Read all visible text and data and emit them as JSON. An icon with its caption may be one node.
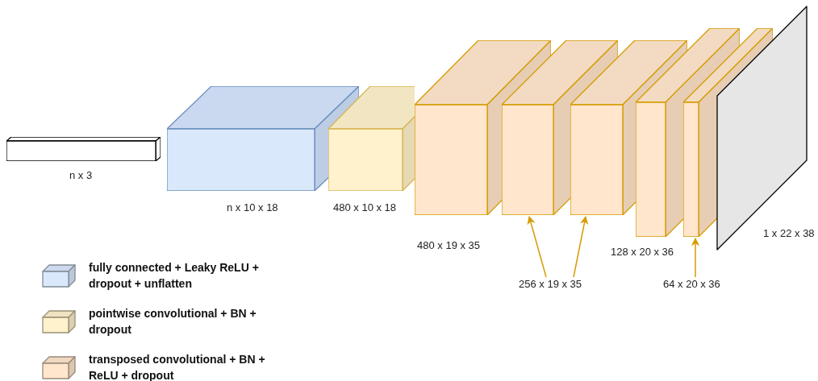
{
  "diagram": {
    "nodes": [
      {
        "text": [],
        "shape": "box",
        "beside": [
          "n x 3"
        ]
      },
      {
        "text": [],
        "shape": "box",
        "beside": [
          "n x 10 x 18"
        ]
      },
      {
        "text": [],
        "shape": "box",
        "beside": [
          "480 x 10 x 18"
        ]
      },
      {
        "text": [],
        "shape": "box",
        "beside": [
          "480 x 19 x 35"
        ]
      },
      {
        "text": [],
        "shape": "box"
      },
      {
        "text": [],
        "shape": "box"
      },
      {
        "text": [],
        "shape": "box",
        "beside": [
          "128 x 20 x 36"
        ]
      },
      {
        "text": [],
        "shape": "box"
      },
      {
        "text": [],
        "shape": "box",
        "beside": [
          "1 x 22 x 38"
        ]
      },
      {
        "text": [
          "256 x 19 x 35"
        ]
      },
      {
        "text": [
          "64 x 20 x 36"
        ]
      }
    ],
    "edges": [
      {
        "from": 9,
        "to": 4,
        "arrow": "to"
      },
      {
        "from": 9,
        "to": 5,
        "arrow": "to"
      },
      {
        "from": 10,
        "to": 7,
        "arrow": "to"
      }
    ],
    "legend": [
      {
        "text": "fully connected + Leaky ReLU + dropout + unflatten",
        "color": "#dae8fc"
      },
      {
        "text": "pointwise convolutional + BN + dropout",
        "color": "#fff2cc"
      },
      {
        "text": "transposed convolutional + BN + ReLU + dropout",
        "color": "#ffe6cc"
      }
    ]
  }
}
